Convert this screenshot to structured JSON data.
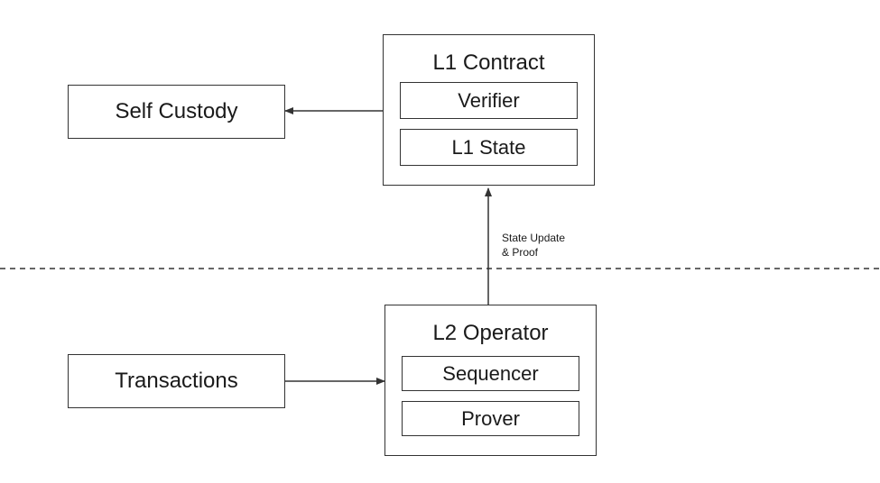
{
  "nodes": {
    "self_custody": {
      "label": "Self Custody"
    },
    "l1_contract": {
      "label": "L1 Contract",
      "components": [
        "Verifier",
        "L1 State"
      ]
    },
    "transactions": {
      "label": "Transactions"
    },
    "l2_operator": {
      "label": "L2 Operator",
      "components": [
        "Sequencer",
        "Prover"
      ]
    }
  },
  "edges": {
    "state_update": {
      "line1": "State Update",
      "line2": "& Proof"
    }
  },
  "colors": {
    "stroke": "#333333",
    "text": "#1a1a1a",
    "background": "#ffffff"
  }
}
